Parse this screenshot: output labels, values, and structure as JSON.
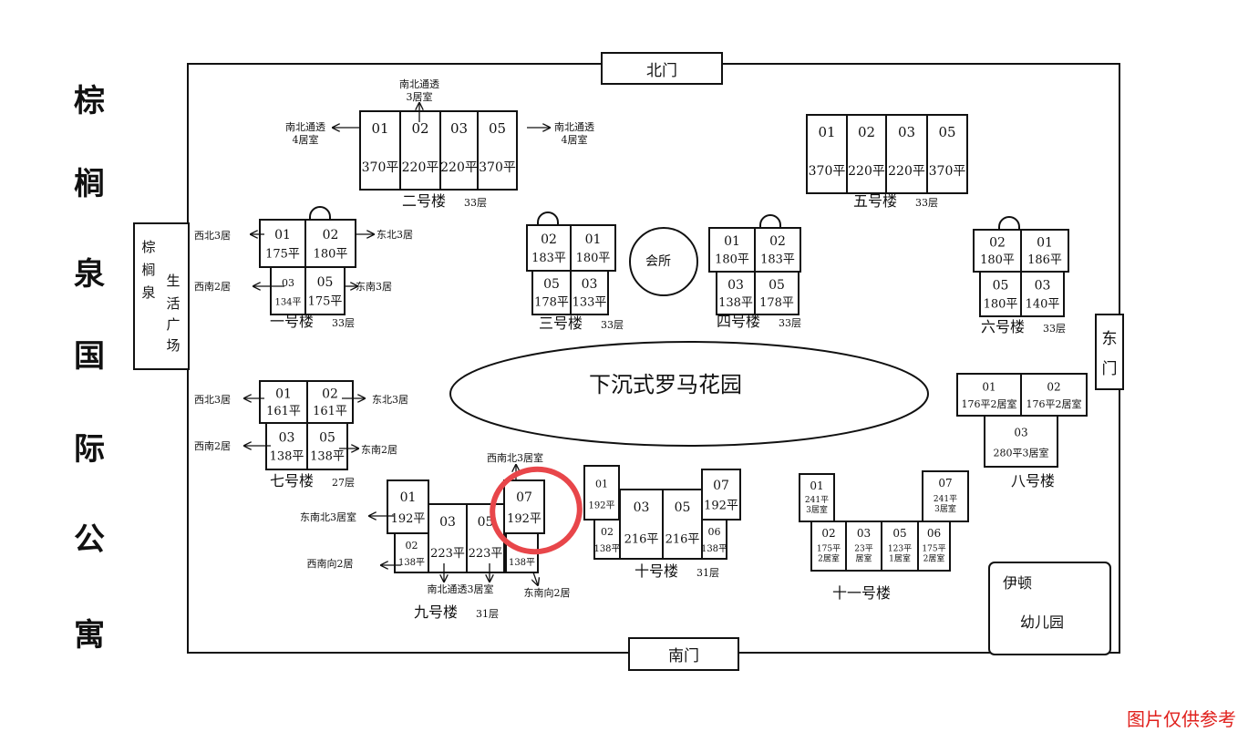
{
  "title": [
    "棕",
    "榈",
    "泉",
    "国",
    "际",
    "公",
    "寓"
  ],
  "gates": {
    "north": "北门",
    "south": "南门",
    "east": [
      "东",
      "门"
    ]
  },
  "plaza": {
    "name": [
      "棕",
      "榈",
      "泉"
    ],
    "label": [
      "生",
      "活",
      "广",
      "场"
    ]
  },
  "clubhouse": "会所",
  "garden": "下沉式罗马花园",
  "kindergarten": {
    "line1": "伊顿",
    "line2": "幼儿园"
  },
  "disclaimer": "图片仅供参考",
  "highlight": {
    "building": "九号楼",
    "unit": "07",
    "color": "#e8464a"
  },
  "buildings": [
    {
      "name": "二号楼",
      "floors": "33层",
      "units": [
        {
          "no": "01",
          "area": "370平"
        },
        {
          "no": "02",
          "area": "220平"
        },
        {
          "no": "03",
          "area": "220平"
        },
        {
          "no": "05",
          "area": "370平"
        }
      ],
      "notes": [
        {
          "lines": [
            "南北通透",
            "4居室"
          ]
        },
        {
          "lines": [
            "南北通透",
            "3居室"
          ]
        },
        {
          "lines": [
            "南北通透",
            "4居室"
          ]
        }
      ]
    },
    {
      "name": "五号楼",
      "floors": "33层",
      "units": [
        {
          "no": "01",
          "area": "370平"
        },
        {
          "no": "02",
          "area": "220平"
        },
        {
          "no": "03",
          "area": "220平"
        },
        {
          "no": "05",
          "area": "370平"
        }
      ],
      "notes": []
    },
    {
      "name": "一号楼",
      "floors": "33层",
      "units": [
        {
          "no": "01",
          "area": "175平"
        },
        {
          "no": "02",
          "area": "180平"
        },
        {
          "no": "03",
          "area": "134平"
        },
        {
          "no": "05",
          "area": "175平"
        }
      ],
      "notes": [
        {
          "lines": [
            "西北3居"
          ]
        },
        {
          "lines": [
            "东北3居"
          ]
        },
        {
          "lines": [
            "西南2居"
          ]
        },
        {
          "lines": [
            "东南3居"
          ]
        }
      ]
    },
    {
      "name": "三号楼",
      "floors": "33层",
      "units": [
        {
          "no": "02",
          "area": "183平"
        },
        {
          "no": "01",
          "area": "180平"
        },
        {
          "no": "05",
          "area": "178平"
        },
        {
          "no": "03",
          "area": "133平"
        }
      ],
      "notes": []
    },
    {
      "name": "四号楼",
      "floors": "33层",
      "units": [
        {
          "no": "01",
          "area": "180平"
        },
        {
          "no": "02",
          "area": "183平"
        },
        {
          "no": "03",
          "area": "138平"
        },
        {
          "no": "05",
          "area": "178平"
        }
      ],
      "notes": []
    },
    {
      "name": "六号楼",
      "floors": "33层",
      "units": [
        {
          "no": "02",
          "area": "180平"
        },
        {
          "no": "01",
          "area": "186平"
        },
        {
          "no": "05",
          "area": "180平"
        },
        {
          "no": "03",
          "area": "140平"
        }
      ],
      "notes": []
    },
    {
      "name": "七号楼",
      "floors": "27层",
      "units": [
        {
          "no": "01",
          "area": "161平"
        },
        {
          "no": "02",
          "area": "161平"
        },
        {
          "no": "03",
          "area": "138平"
        },
        {
          "no": "05",
          "area": "138平"
        }
      ],
      "notes": [
        {
          "lines": [
            "西北3居"
          ]
        },
        {
          "lines": [
            "东北3居"
          ]
        },
        {
          "lines": [
            "西南2居"
          ]
        },
        {
          "lines": [
            "东南2居"
          ]
        }
      ]
    },
    {
      "name": "八号楼",
      "floors": "",
      "units": [
        {
          "no": "01",
          "area": "176平2居室"
        },
        {
          "no": "02",
          "area": "176平2居室"
        },
        {
          "no": "03",
          "area": "280平3居室"
        }
      ],
      "notes": []
    },
    {
      "name": "九号楼",
      "floors": "31层",
      "units": [
        {
          "no": "01",
          "area": "192平"
        },
        {
          "no": "02",
          "area": "138平"
        },
        {
          "no": "03",
          "area": "223平"
        },
        {
          "no": "05",
          "area": "223平"
        },
        {
          "no": "07",
          "area": "192平"
        },
        {
          "no": "",
          "area": "138平"
        }
      ],
      "notes": [
        {
          "lines": [
            "西南北3居室"
          ]
        },
        {
          "lines": [
            "东南北3居室"
          ]
        },
        {
          "lines": [
            "西南向2居"
          ]
        },
        {
          "lines": [
            "南北通透3居室"
          ]
        },
        {
          "lines": [
            "东南向2居"
          ]
        }
      ]
    },
    {
      "name": "十号楼",
      "floors": "31层",
      "units": [
        {
          "no": "01",
          "area": "192平"
        },
        {
          "no": "02",
          "area": "138平"
        },
        {
          "no": "03",
          "area": "216平"
        },
        {
          "no": "05",
          "area": "216平"
        },
        {
          "no": "07",
          "area": "192平"
        },
        {
          "no": "06",
          "area": "138平"
        }
      ],
      "notes": []
    },
    {
      "name": "十一号楼",
      "floors": "",
      "units": [
        {
          "no": "01",
          "area": "241平",
          "rooms": "3居室"
        },
        {
          "no": "07",
          "area": "241平",
          "rooms": "3居室"
        },
        {
          "no": "02",
          "area": "175平",
          "rooms": "2居室"
        },
        {
          "no": "03",
          "area": "23平",
          "rooms": "居室"
        },
        {
          "no": "05",
          "area": "123平",
          "rooms": "1居室"
        },
        {
          "no": "06",
          "area": "175平",
          "rooms": "2居室"
        }
      ],
      "notes": []
    }
  ]
}
